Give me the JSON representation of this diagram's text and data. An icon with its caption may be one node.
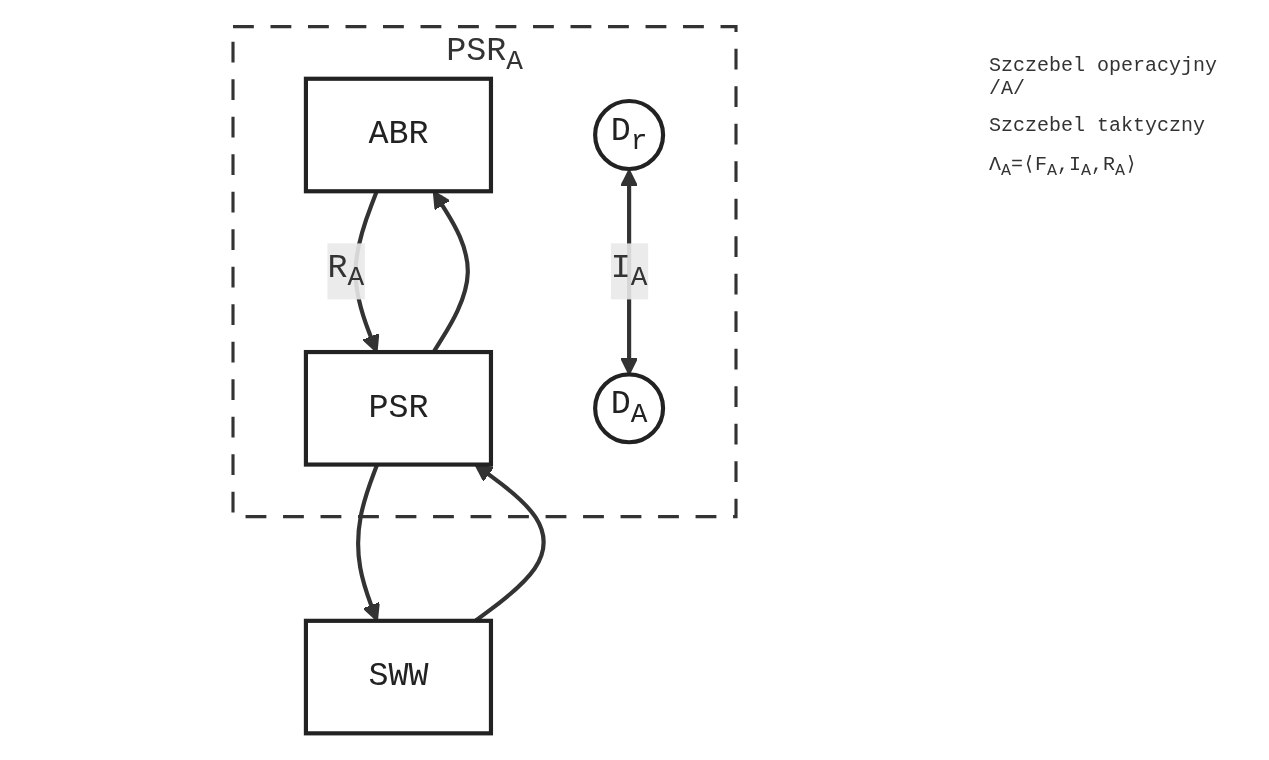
{
  "diagram": {
    "nodes": [
      {
        "text": [
          "PSR$_{A}$"
        ]
      },
      {
        "text": [
          "ABR"
        ],
        "in": 0
      },
      {
        "text": [
          "PSR"
        ],
        "in": 0
      },
      {
        "text": [
          "D$_{A}$"
        ],
        "in": 0
      },
      {
        "text": [
          "D$_{r}$"
        ],
        "in": 0
      },
      {
        "text": [
          "SWW"
        ]
      }
    ],
    "edges": [
      {
        "from": 2,
        "to": 1,
        "arrow": "to"
      },
      {
        "from": 1,
        "to": 2,
        "arrow": "to",
        "label": "R$_{A}$"
      },
      {
        "from": 2,
        "to": 5,
        "arrow": "to"
      },
      {
        "from": 5,
        "to": 2,
        "arrow": "to"
      },
      {
        "from": 4,
        "to": 3,
        "arrow": "both",
        "label": "I$_{A}$"
      }
    ],
    "labels": [
      "Szczebel operacyjny /A/",
      "Szczebel taktyczny",
      "Λ$_{A}$=⟨F$_{A}$,I$_{A}$,R$_{A}$⟩"
    ]
  }
}
